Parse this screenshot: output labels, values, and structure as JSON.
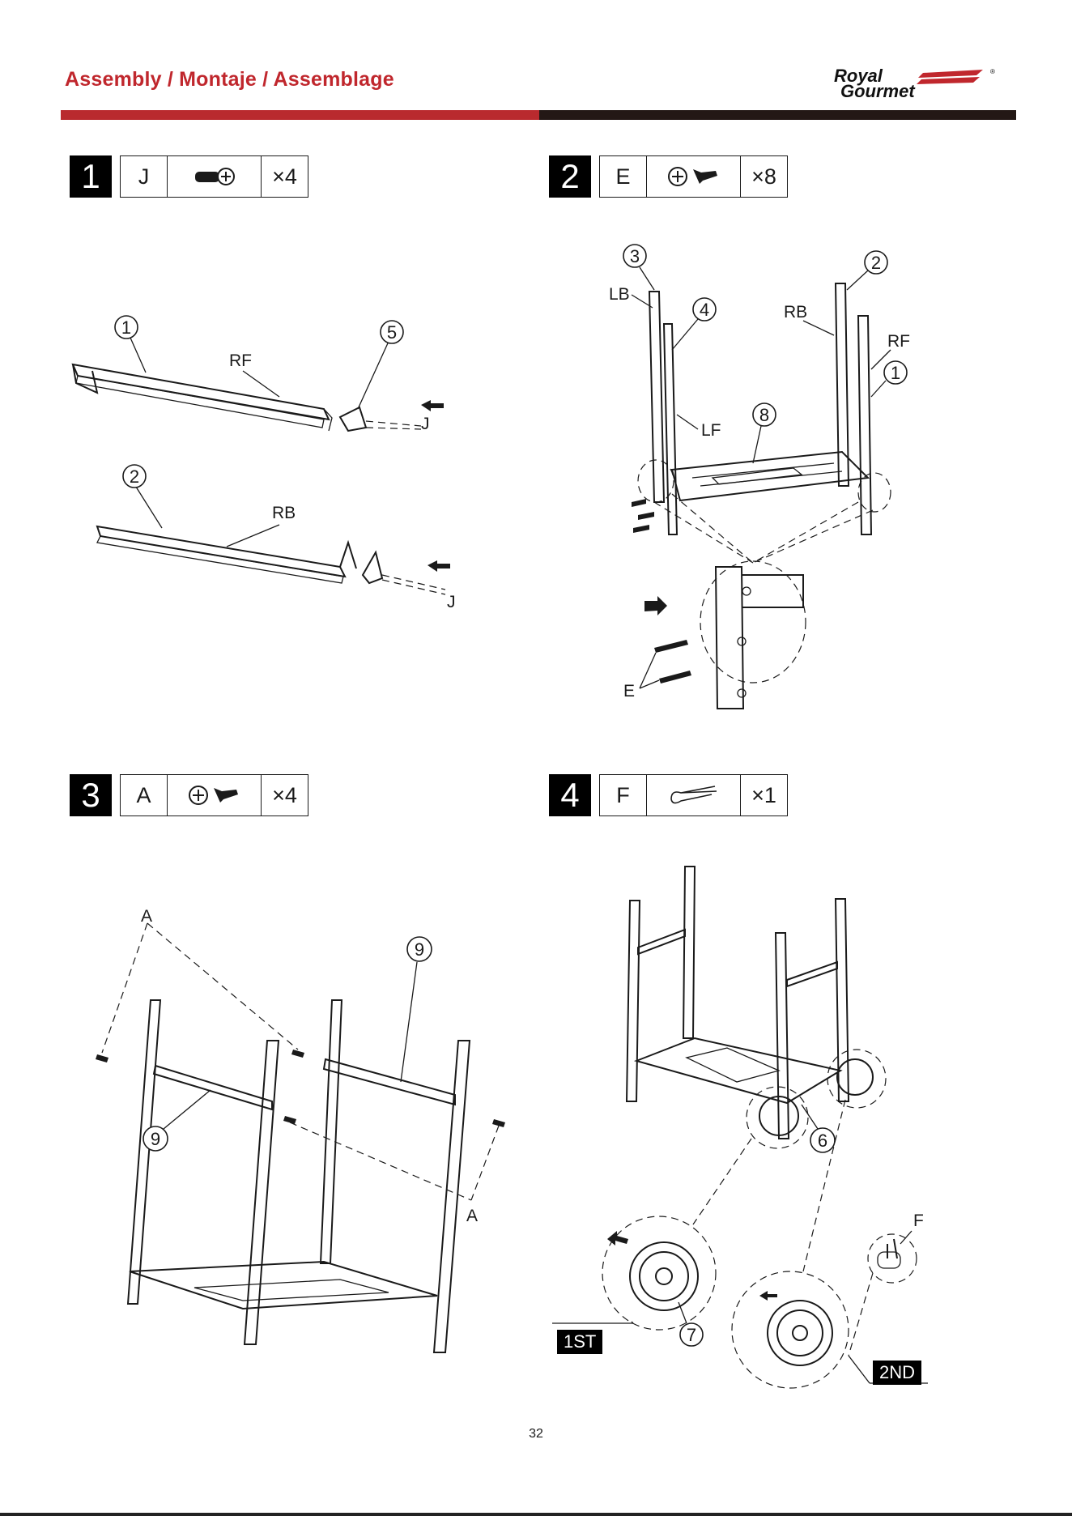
{
  "header": {
    "title": "Assembly / Montaje / Assemblage"
  },
  "brand": {
    "line1": "Royal",
    "line2": "Gourmet",
    "accent_color": "#c0272d"
  },
  "steps": [
    {
      "number": "1",
      "part_letter": "J",
      "hardware_icon": "screw-icon",
      "quantity": "×4",
      "labels": {
        "c1": "1",
        "c2": "5",
        "c3": "2",
        "rf": "RF",
        "rb": "RB",
        "j1": "J",
        "j2": "J"
      }
    },
    {
      "number": "2",
      "part_letter": "E",
      "hardware_icon": "screw-icon",
      "quantity": "×8",
      "labels": {
        "c1": "3",
        "c2": "4",
        "c3": "2",
        "c4": "1",
        "c5": "8",
        "lb": "LB",
        "rb": "RB",
        "rf": "RF",
        "lf": "LF",
        "e": "E"
      }
    },
    {
      "number": "3",
      "part_letter": "A",
      "hardware_icon": "screw-icon",
      "quantity": "×4",
      "labels": {
        "c1": "9",
        "c2": "9",
        "a1": "A",
        "a2": "A"
      }
    },
    {
      "number": "4",
      "part_letter": "F",
      "hardware_icon": "cotter-pin-icon",
      "quantity": "×1",
      "labels": {
        "c1": "6",
        "c2": "7",
        "f": "F",
        "first": "1ST",
        "second": "2ND"
      }
    }
  ],
  "footer": {
    "page_number": "32"
  }
}
